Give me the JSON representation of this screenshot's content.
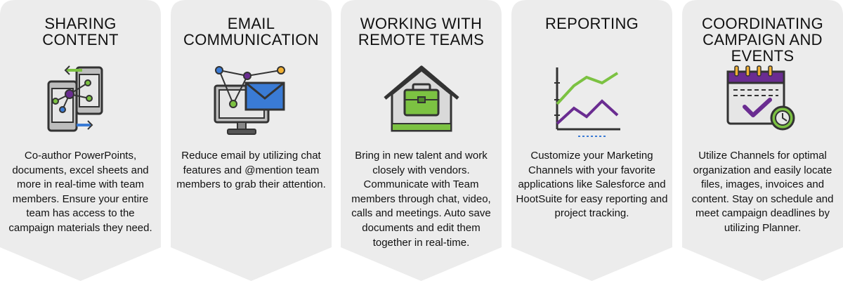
{
  "colors": {
    "card_bg": "#ececec",
    "green": "#7cc242",
    "purple": "#6a2c91",
    "blue": "#3a7bd5",
    "dark": "#333333"
  },
  "cards": [
    {
      "title_lines": [
        "SHARING",
        "CONTENT"
      ],
      "icon": "phone-sharing-icon",
      "description": "Co-author PowerPoints, documents, excel sheets and more in real-time with team members. Ensure your entire team has access to the campaign materials they need."
    },
    {
      "title_lines": [
        "EMAIL",
        "COMMUNICATION"
      ],
      "icon": "computer-email-icon",
      "description": "Reduce email by utilizing chat features and @mention team members to grab their attention."
    },
    {
      "title_lines": [
        "WORKING WITH",
        "REMOTE TEAMS"
      ],
      "icon": "house-briefcase-icon",
      "description": "Bring in new talent and work closely with vendors. Communicate with Team members through chat, video, calls and meetings. Auto save documents and edit them together in real-time."
    },
    {
      "title_lines": [
        "REPORTING"
      ],
      "icon": "line-chart-icon",
      "description": "Customize your Marketing Channels with your favorite applications like Salesforce and HootSuite for easy reporting and project tracking."
    },
    {
      "title_lines": [
        "COORDINATING",
        "CAMPAIGN AND",
        "EVENTS"
      ],
      "icon": "calendar-check-icon",
      "description": "Utilize Channels for optimal organization and easily locate files, images, invoices and content. Stay on schedule and meet campaign deadlines by utilizing Planner."
    }
  ]
}
